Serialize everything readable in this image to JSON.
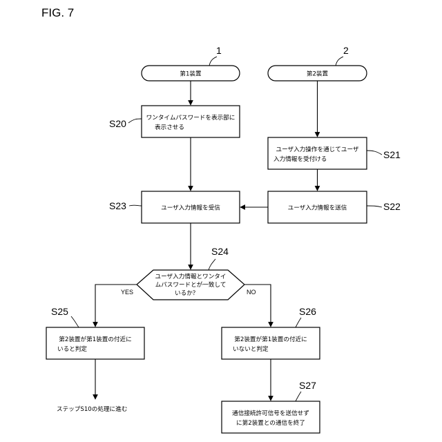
{
  "figure_title": "FIG. 7",
  "devices": {
    "first": {
      "ref": "1",
      "label": "第1装置"
    },
    "second": {
      "ref": "2",
      "label": "第2装置"
    }
  },
  "steps": {
    "s20": {
      "id": "S20",
      "lines": [
        "ワンタイムパスワードを表示部に",
        "表示させる"
      ]
    },
    "s21": {
      "id": "S21",
      "lines": [
        "ユーザ入力操作を通じてユーザ",
        "入力情報を受付ける"
      ]
    },
    "s22": {
      "id": "S22",
      "lines": [
        "ユーザ入力情報を送信"
      ]
    },
    "s23": {
      "id": "S23",
      "lines": [
        "ユーザ入力情報を受信"
      ]
    },
    "s24": {
      "id": "S24",
      "lines": [
        "ユーザ入力情報とワンタイ",
        "ムパスワードとが一致して",
        "いるか？"
      ]
    },
    "s25": {
      "id": "S25",
      "lines": [
        "第2装置が第1装置の付近に",
        "いると判定"
      ]
    },
    "s26": {
      "id": "S26",
      "lines": [
        "第2装置が第1装置の付近に",
        "いないと判定"
      ]
    },
    "s27": {
      "id": "S27",
      "lines": [
        "通信接続許可信号を送信せず",
        "に第2装置との通信を終了"
      ]
    }
  },
  "branches": {
    "yes": "YES",
    "no": "NO"
  },
  "end_note": "ステップS10の処理に進む"
}
